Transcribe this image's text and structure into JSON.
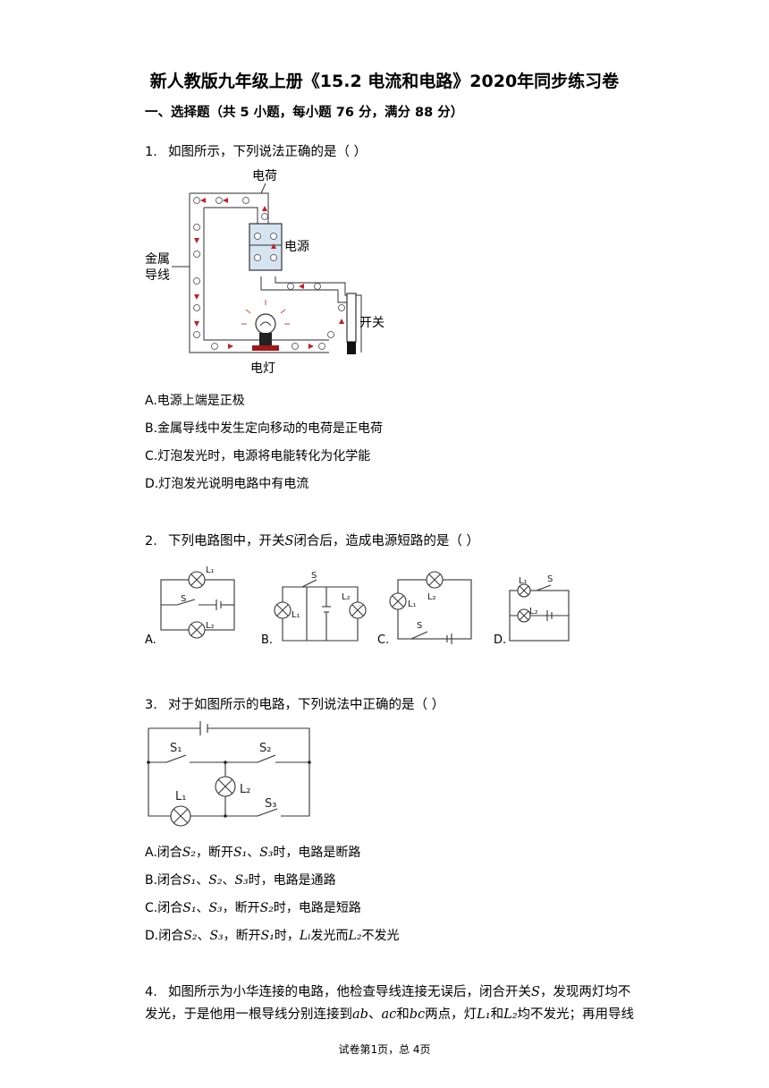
{
  "header": {
    "title": "新人教版九年级上册《15.2 电流和电路》2020年同步练习卷",
    "section": "一、选择题（共 5 小题，每小题 76 分，满分 88 分）"
  },
  "q1": {
    "num": "1.",
    "stem": "如图所示，下列说法正确的是（   ）",
    "labels": {
      "charge": "电荷",
      "source": "电源",
      "wire1": "金属",
      "wire2": "导线",
      "switch": "开关",
      "lamp": "电灯"
    },
    "options": [
      "A.电源上端是正极",
      "B.金属导线中发生定向移动的电荷是正电荷",
      "C.灯泡发光时，电源将电能转化为化学能",
      "D.灯泡发光说明电路中有电流"
    ]
  },
  "q2": {
    "num": "2.",
    "stem_pre": "下列电路图中，开关",
    "stem_var": "S",
    "stem_post": "闭合后，造成电源短路的是（   ）",
    "option_labels": [
      "A.",
      "B.",
      "C.",
      "D."
    ],
    "circuit_labels": {
      "s": "S",
      "l1": "L₁",
      "l2": "L₂"
    }
  },
  "q3": {
    "num": "3.",
    "stem": "对于如图所示的电路，下列说法中正确的是（   ）",
    "circuit_labels": {
      "s1": "S₁",
      "s2": "S₂",
      "s3": "S₃",
      "l1": "L₁",
      "l2": "L₂"
    },
    "options": {
      "a": {
        "p1": "A.闭合",
        "v1": "S₂",
        "p2": "，断开",
        "v2": "S₁",
        "p3": "、",
        "v3": "S₃",
        "p4": "时，电路是断路"
      },
      "b": {
        "p1": "B.闭合",
        "v1": "S₁",
        "p2": "、",
        "v2": "S₂",
        "p3": "、",
        "v3": "S₃",
        "p4": "时，电路是通路"
      },
      "c": {
        "p1": "C.闭合",
        "v1": "S₁",
        "p2": "、",
        "v2": "S₃",
        "p3": "，断开",
        "v3": "S₂",
        "p4": "时，电路是短路"
      },
      "d": {
        "p1": "D.闭合",
        "v1": "S₂",
        "p2": "、",
        "v2": "S₃",
        "p3": "，断开",
        "v3": "S₁",
        "p4": "时，",
        "v4": "Lₗ",
        "p5": "发光而",
        "v5": "L₂",
        "p6": "不发光"
      }
    }
  },
  "q4": {
    "num": "4.",
    "line1_a": "如图所示为小华连接的电路，他检查导线连接无误后，闭合开关",
    "line1_var": "S",
    "line1_b": "，发现两灯均不",
    "line2_a": "发光，于是他用一根导线分别连接到",
    "v_ab": "ab",
    "sep1": "、",
    "v_ac": "ac",
    "sep2": "和",
    "v_bc": "bc",
    "line2_b": "两点，灯",
    "v_l1": "L₁",
    "sep3": "和",
    "v_l2": "L₂",
    "line2_c": "均不发光；再用导线"
  },
  "footer": {
    "text": "试卷第1页，总 4页"
  }
}
